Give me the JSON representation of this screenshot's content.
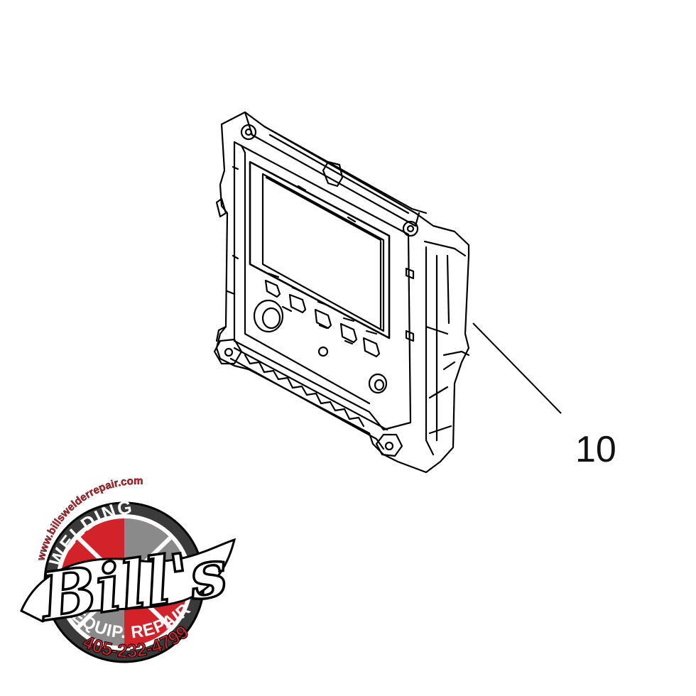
{
  "diagram": {
    "part_callout": "10"
  },
  "logo": {
    "url_text": "www.billswelderrepair.com",
    "top_word": "WELDING",
    "brand": "Bill's",
    "bottom_words": "EQUIP. REPAIR",
    "phone": "405-232-4799",
    "colors": {
      "red": "#d2232a",
      "dark_ring": "#3a3a3a",
      "gray": "#8a8a8a",
      "white": "#ffffff",
      "black": "#000000"
    }
  }
}
